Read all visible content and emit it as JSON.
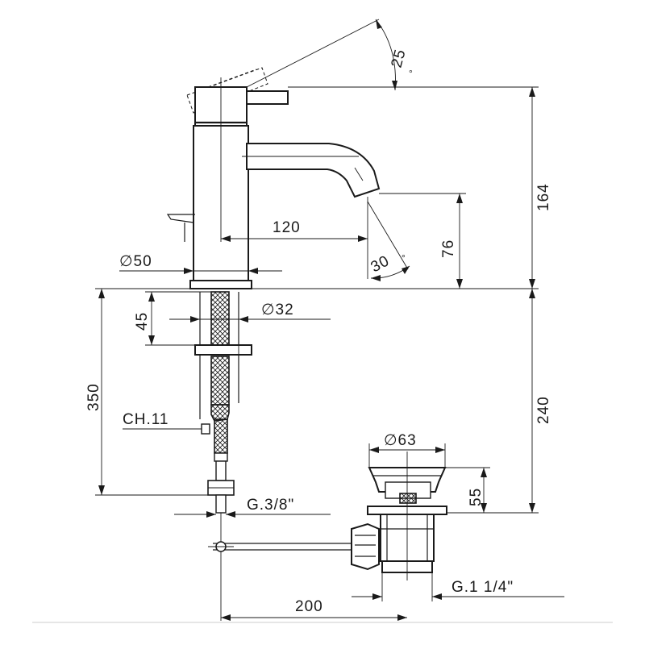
{
  "labels": {
    "angle_lever": "25",
    "angle_lever_unit": "°",
    "height_total": "164",
    "spout_reach": "120",
    "spout_height": "76",
    "angle_spout": "30",
    "angle_spout_unit": "°",
    "body_diameter": "∅50",
    "hose_diameter": "∅32",
    "deck_thickness": "45",
    "hole_depth": "350",
    "below_deck": "240",
    "wrench_size": "CH.11",
    "waste_diameter": "∅63",
    "waste_height": "55",
    "hose_thread": "G.3/8\"",
    "waste_distance": "200",
    "waste_thread": "G.1 1/4\""
  }
}
